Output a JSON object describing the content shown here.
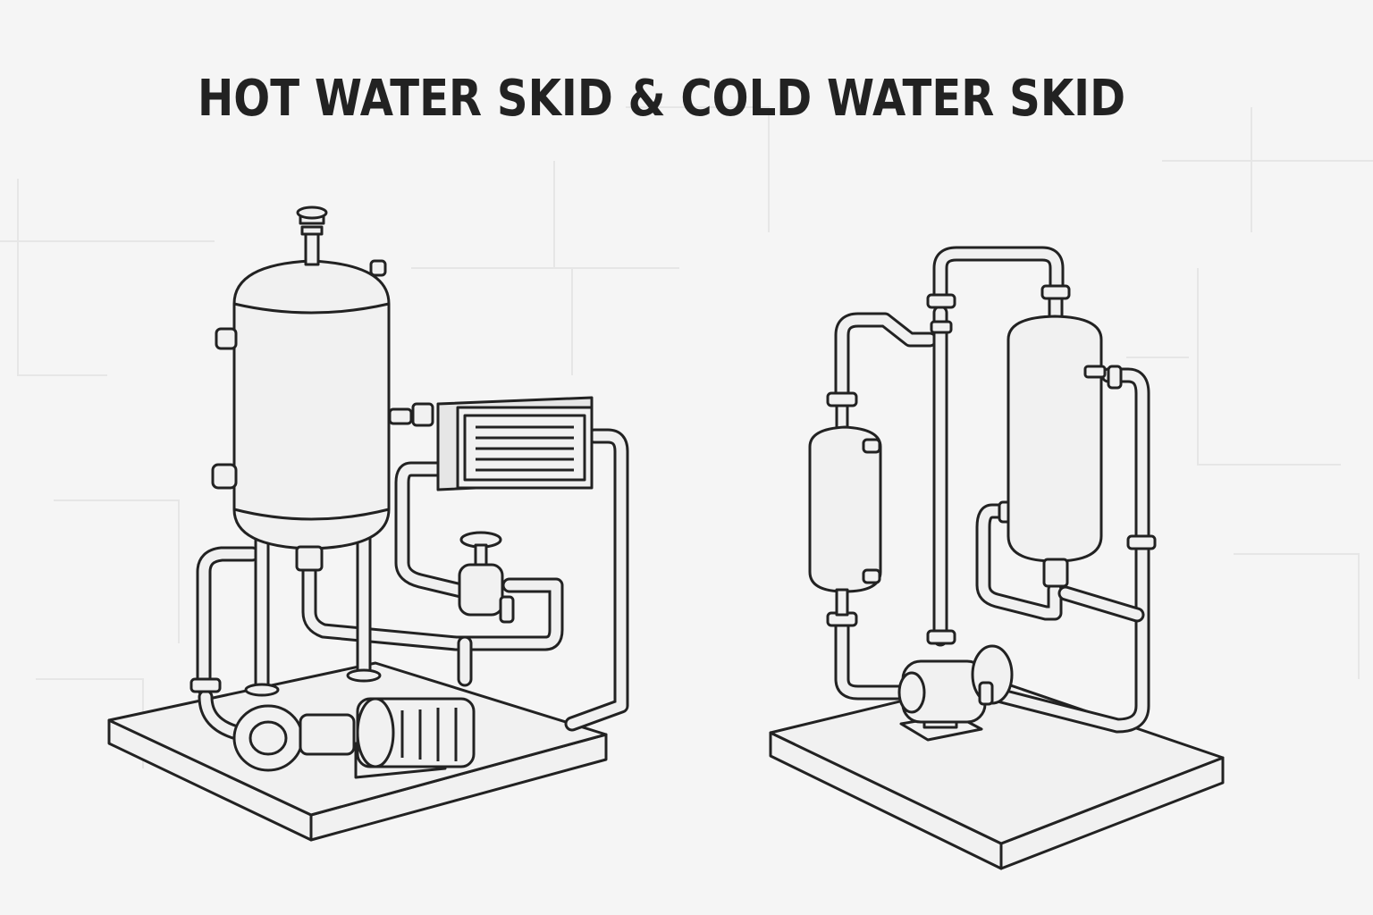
{
  "title": "HOT WATER SKID & COLD WATER SKID",
  "skids": [
    {
      "name": "hot-water-skid",
      "components": [
        "vertical-tank",
        "plate-heat-exchanger",
        "valve",
        "pump",
        "motor",
        "base-plate"
      ]
    },
    {
      "name": "cold-water-skid",
      "components": [
        "small-vessel",
        "large-vessel",
        "pump",
        "base-plate"
      ]
    }
  ],
  "colors": {
    "line": "#222222",
    "fill": "#f1f1f1",
    "background": "#f5f5f5"
  }
}
